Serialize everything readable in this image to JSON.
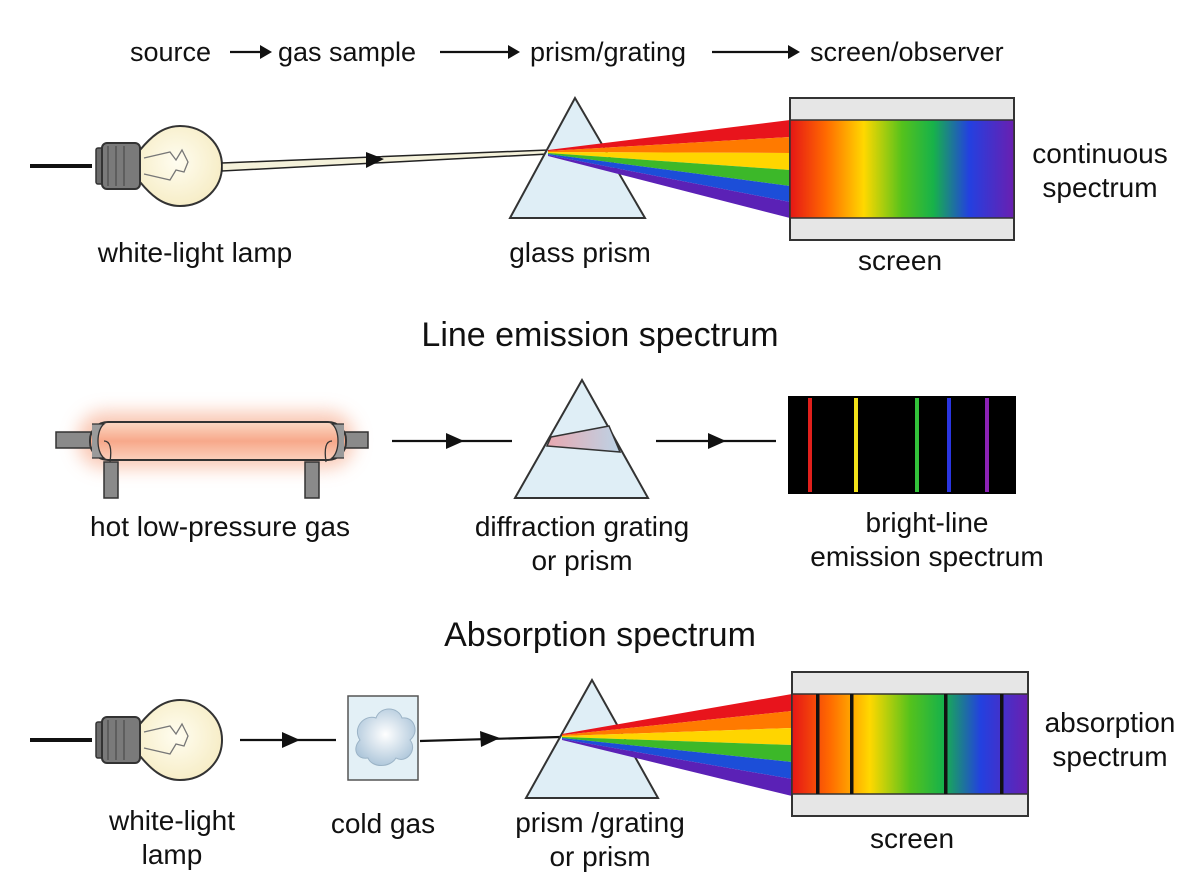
{
  "flow": {
    "source": "source",
    "gas_sample": "gas sample",
    "prism_grating": "prism/grating",
    "screen_observer": "screen/observer"
  },
  "continuous": {
    "lamp_label": "white-light lamp",
    "prism_label": "glass prism",
    "screen_label": "screen",
    "spectrum_label_line1": "continuous",
    "spectrum_label_line2": "spectrum"
  },
  "emission": {
    "title": "Line emission spectrum",
    "tube_label": "hot low-pressure gas",
    "grating_label_line1": "diffraction grating",
    "grating_label_line2": "or prism",
    "spectrum_label_line1": "bright-line",
    "spectrum_label_line2": "emission spectrum",
    "line_colors": [
      "#e0201c",
      "#f2e21a",
      "#33c23a",
      "#2a35e0",
      "#8c22b5"
    ]
  },
  "absorption": {
    "title": "Absorption spectrum",
    "lamp_label_line1": "white-light",
    "lamp_label_line2": "lamp",
    "gas_label": "cold gas",
    "prism_label_line1": "prism /grating",
    "prism_label_line2": "or prism",
    "screen_label": "screen",
    "spectrum_label_line1": "absorption",
    "spectrum_label_line2": "spectrum"
  },
  "colors": {
    "rainbow": [
      "#e8141c",
      "#ff7a00",
      "#ffd500",
      "#3cb829",
      "#1c4ed8",
      "#5b21b6"
    ],
    "prism_fill": "#dfeef6",
    "screen_frame": "#e6e6e6",
    "tube_glow": "#f7b499"
  }
}
